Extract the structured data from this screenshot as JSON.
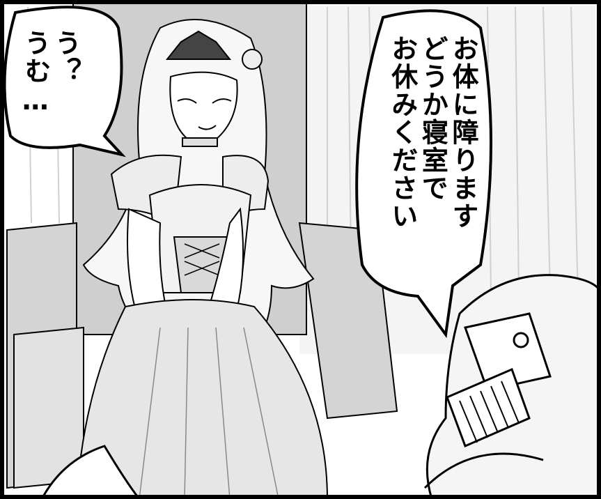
{
  "panel": {
    "speech_left": {
      "lines": [
        "う？",
        "うむ…"
      ]
    },
    "speech_right": {
      "lines": [
        "お体に障ります",
        "どうか寝室で",
        "お休みください"
      ]
    },
    "characters": [
      "princess-on-throne-icon",
      "armored-knight-helmet-icon"
    ],
    "colors": {
      "background": "#ffffff",
      "throne": "#cfcfcf",
      "curtain": "#f2f2f2",
      "ink": "#000000",
      "dress": "#e6e6e6"
    }
  }
}
